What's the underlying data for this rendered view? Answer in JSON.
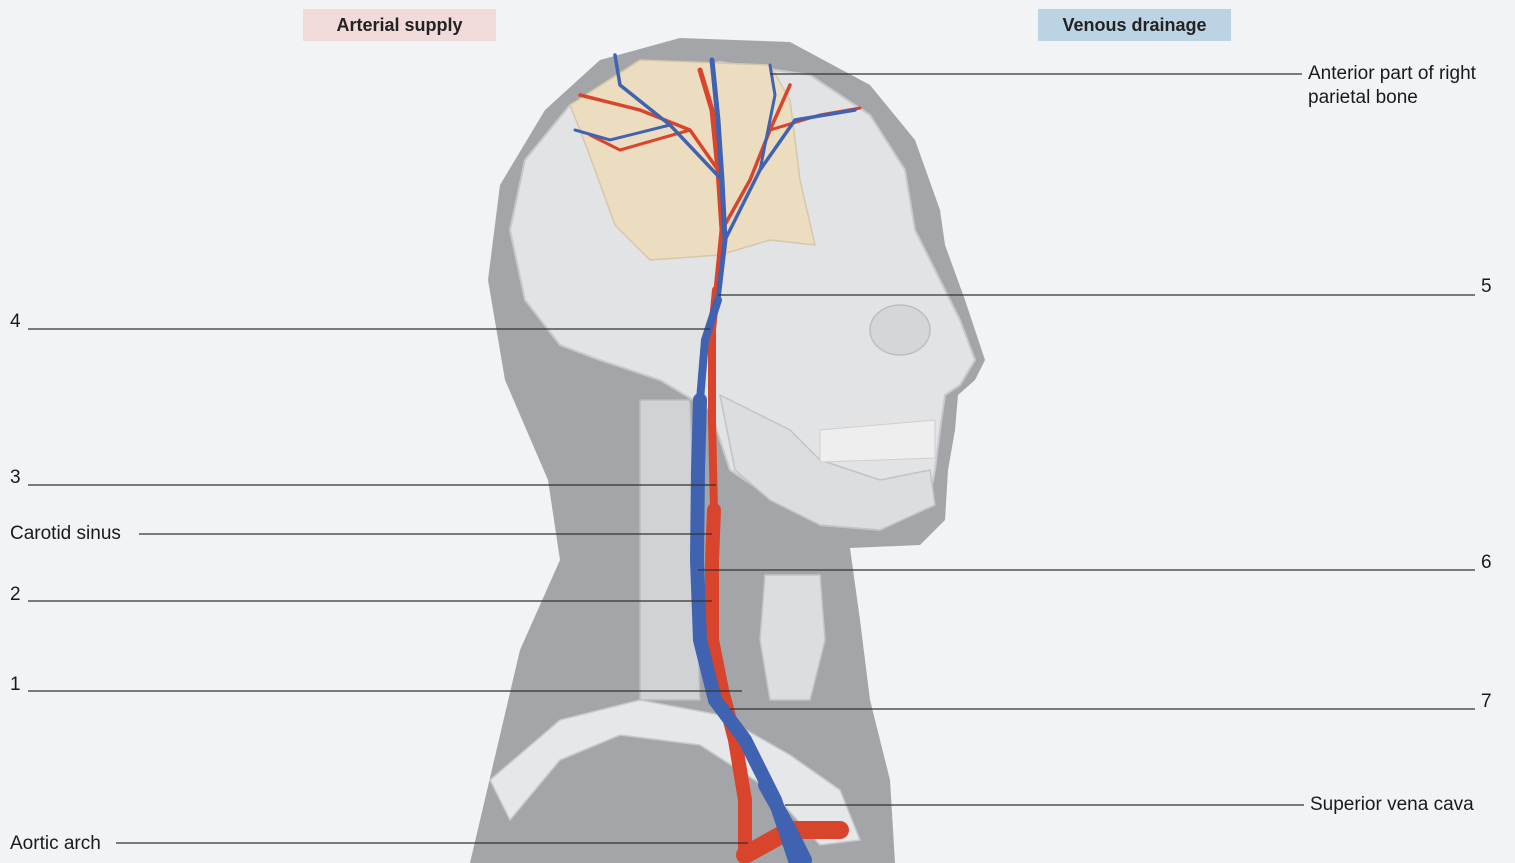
{
  "headers": {
    "arterial": "Arterial supply",
    "venous": "Venous drainage"
  },
  "labels": {
    "anterior_parietal_line1": "Anterior part of right",
    "anterior_parietal_line2": "parietal bone",
    "num5": "5",
    "num4": "4",
    "num3": "3",
    "carotid_sinus": "Carotid sinus",
    "num6": "6",
    "num2": "2",
    "num1": "1",
    "num7": "7",
    "superior_vena_cava": "Superior vena cava",
    "aortic_arch": "Aortic arch"
  },
  "colors": {
    "background": "#f1f3f5",
    "silhouette": "#9a9c9f",
    "bone": "#e4e5e7",
    "parietal": "#ecdcc0",
    "artery": "#d8442c",
    "vein": "#3f63b0",
    "arterial_header": "#f1dada",
    "venous_header": "#bcd3e3"
  }
}
